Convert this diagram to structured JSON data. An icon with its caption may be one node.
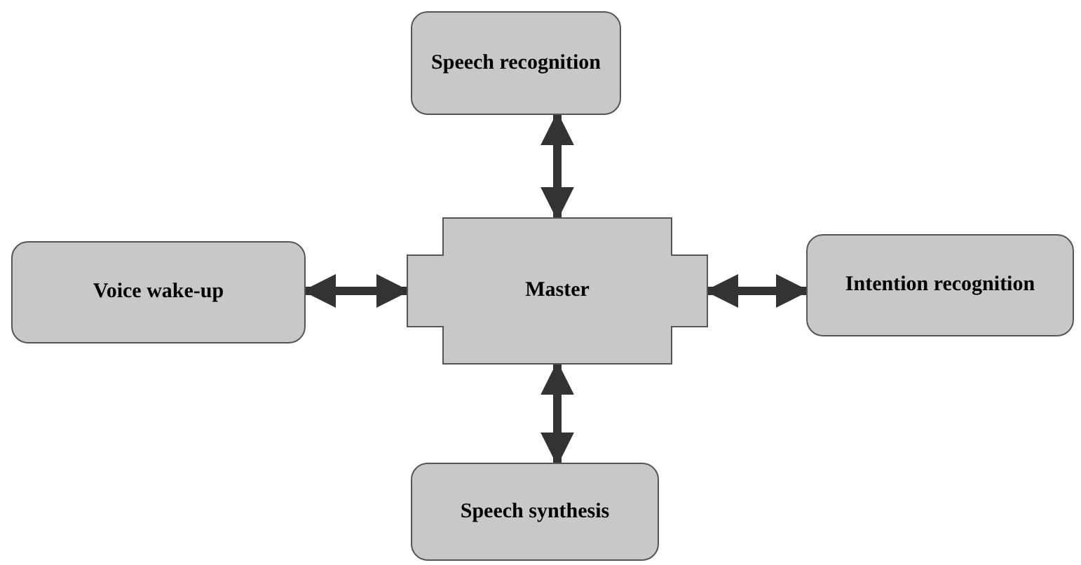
{
  "diagram": {
    "nodes": [
      {
        "text": [
          "Speech recognition"
        ]
      },
      {
        "text": [
          "Voice wake-up"
        ]
      },
      {
        "text": [
          "Master"
        ]
      },
      {
        "text": [
          "Intention recognition"
        ]
      },
      {
        "text": [
          "Speech synthesis"
        ]
      }
    ],
    "edges": [
      {
        "from": 2,
        "to": 0,
        "arrow": "both"
      },
      {
        "from": 2,
        "to": 1,
        "arrow": "both"
      },
      {
        "from": 2,
        "to": 3,
        "arrow": "both"
      },
      {
        "from": 2,
        "to": 4,
        "arrow": "both"
      }
    ]
  }
}
